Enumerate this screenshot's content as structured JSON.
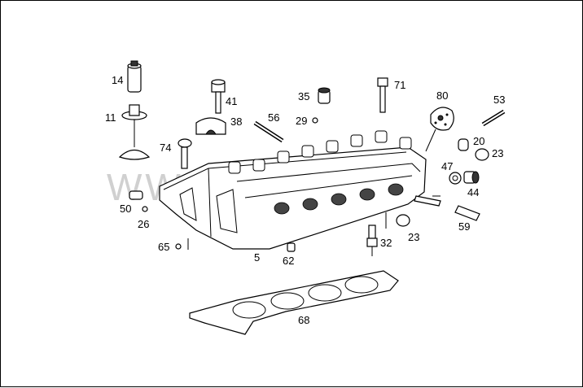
{
  "watermark": "WWW.AUTO.RU",
  "labels": [
    "14",
    "11",
    "41",
    "35",
    "71",
    "80",
    "53",
    "56",
    "29",
    "38",
    "74",
    "20",
    "23",
    "47",
    "44",
    "50",
    "26",
    "59",
    "32",
    "23",
    "65",
    "5",
    "62",
    "68"
  ],
  "colors": {
    "line": "#000000",
    "background": "#ffffff",
    "watermark": "#d0d0d0"
  }
}
